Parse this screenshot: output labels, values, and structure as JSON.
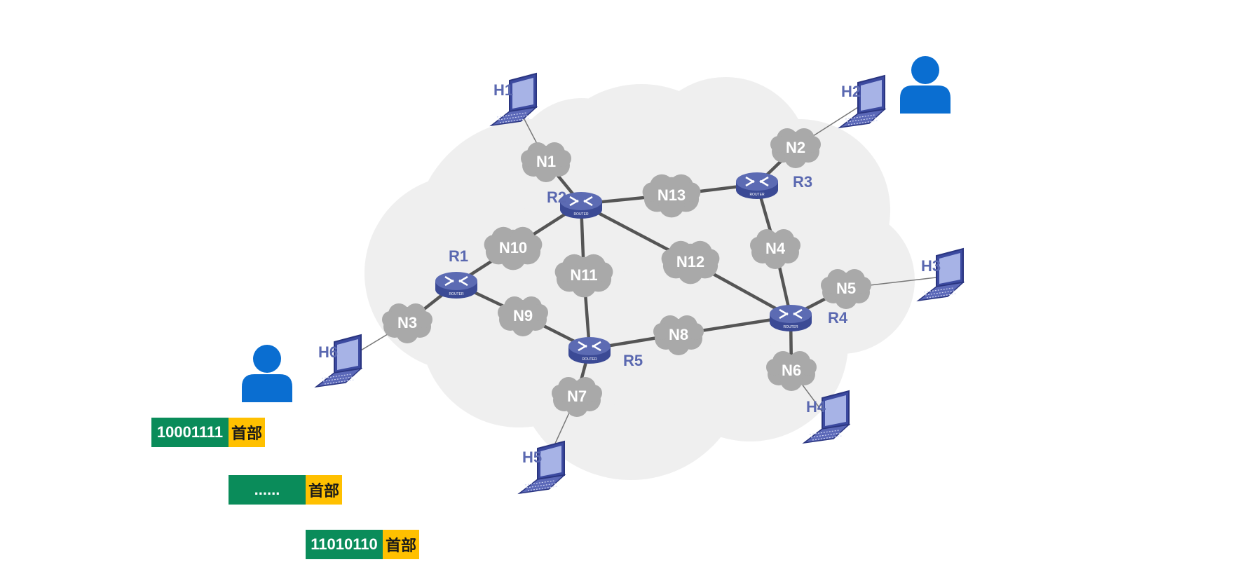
{
  "colors": {
    "router": "#5c6bb3",
    "label": "#5a68b0",
    "cloud_node": "#a9a9a9",
    "background_cloud": "#efefef",
    "link": "#555555",
    "user": "#0a6ed1",
    "payload": "#0a8c5a",
    "header": "#ffc000"
  },
  "routers": [
    {
      "id": "R1",
      "label": "R1"
    },
    {
      "id": "R2",
      "label": "R2"
    },
    {
      "id": "R3",
      "label": "R3"
    },
    {
      "id": "R4",
      "label": "R4"
    },
    {
      "id": "R5",
      "label": "R5"
    }
  ],
  "router_badge": "ROUTER",
  "networks": [
    {
      "id": "N1",
      "label": "N1"
    },
    {
      "id": "N2",
      "label": "N2"
    },
    {
      "id": "N3",
      "label": "N3"
    },
    {
      "id": "N4",
      "label": "N4"
    },
    {
      "id": "N5",
      "label": "N5"
    },
    {
      "id": "N6",
      "label": "N6"
    },
    {
      "id": "N7",
      "label": "N7"
    },
    {
      "id": "N8",
      "label": "N8"
    },
    {
      "id": "N9",
      "label": "N9"
    },
    {
      "id": "N10",
      "label": "N10"
    },
    {
      "id": "N11",
      "label": "N11"
    },
    {
      "id": "N12",
      "label": "N12"
    },
    {
      "id": "N13",
      "label": "N13"
    }
  ],
  "hosts": [
    {
      "id": "H1",
      "label": "H1"
    },
    {
      "id": "H2",
      "label": "H2"
    },
    {
      "id": "H3",
      "label": "H3"
    },
    {
      "id": "H4",
      "label": "H4"
    },
    {
      "id": "H5",
      "label": "H5"
    },
    {
      "id": "H6",
      "label": "H6"
    }
  ],
  "links": [
    [
      "R2",
      "N1"
    ],
    [
      "R2",
      "N13"
    ],
    [
      "N13",
      "R3"
    ],
    [
      "R3",
      "N2"
    ],
    [
      "R3",
      "N4"
    ],
    [
      "N4",
      "R4"
    ],
    [
      "R2",
      "N10"
    ],
    [
      "N10",
      "R1"
    ],
    [
      "R2",
      "N11"
    ],
    [
      "N11",
      "R5"
    ],
    [
      "R2",
      "N12"
    ],
    [
      "N12",
      "R4"
    ],
    [
      "R1",
      "N9"
    ],
    [
      "N9",
      "R5"
    ],
    [
      "R1",
      "N3"
    ],
    [
      "R5",
      "N8"
    ],
    [
      "N8",
      "R4"
    ],
    [
      "R4",
      "N5"
    ],
    [
      "R4",
      "N6"
    ],
    [
      "R5",
      "N7"
    ]
  ],
  "host_links": [
    [
      "H1",
      "N1"
    ],
    [
      "H2",
      "N2"
    ],
    [
      "H3",
      "N5"
    ],
    [
      "H4",
      "N6"
    ],
    [
      "H5",
      "N7"
    ],
    [
      "H6",
      "N3"
    ]
  ],
  "users": [
    {
      "id": "sender",
      "name": "user-icon"
    },
    {
      "id": "receiver",
      "name": "user-icon"
    }
  ],
  "packets": [
    {
      "payload": "10001111",
      "header": "首部"
    },
    {
      "payload": "......",
      "header": "首部"
    },
    {
      "payload": "11010110",
      "header": "首部"
    }
  ]
}
